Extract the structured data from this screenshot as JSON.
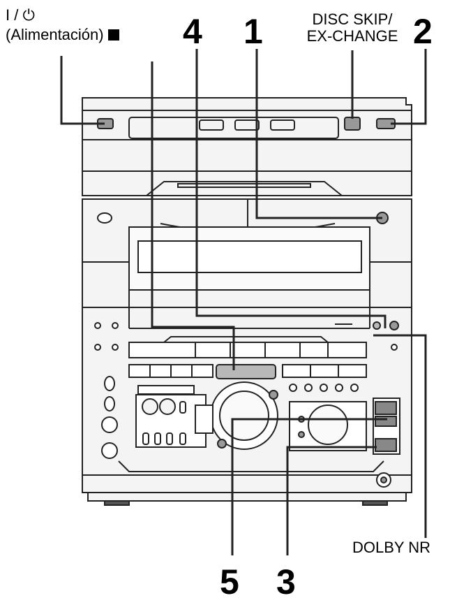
{
  "labels": {
    "power_symbol": "I / ⏻",
    "power_text": "(Alimentación)",
    "disc_skip_line1": "DISC SKIP/",
    "disc_skip_line2": "EX-CHANGE",
    "dolby_nr": "DOLBY NR"
  },
  "callouts": [
    "1",
    "2",
    "3",
    "4",
    "5"
  ],
  "colors": {
    "line": "#222222",
    "device_fill": "#f4f4f4",
    "highlight": "#b8b8b8"
  },
  "icons": [
    "power-icon",
    "stop-icon"
  ]
}
